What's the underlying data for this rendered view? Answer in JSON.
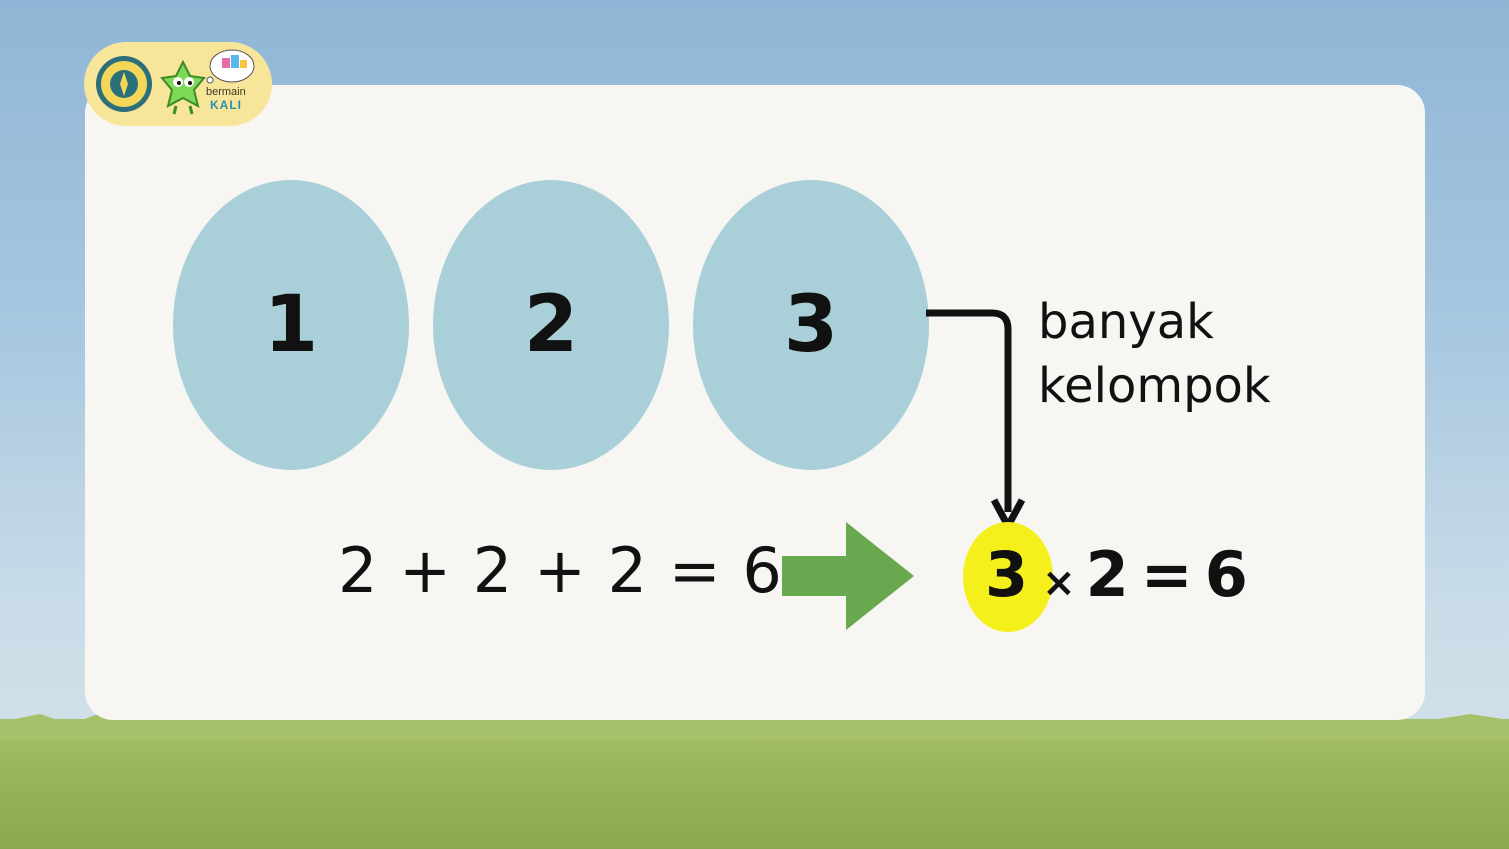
{
  "logo": {
    "line1": "bermain",
    "line2": "KALI"
  },
  "groups": [
    "1",
    "2",
    "3"
  ],
  "annotation": {
    "line1": "banyak",
    "line2": "kelompok"
  },
  "addition": {
    "expression": "2 + 2 + 2 = 6"
  },
  "multiplication": {
    "factor_a": "3",
    "times": "×",
    "factor_b": "2",
    "equals": "=",
    "result": "6"
  },
  "colors": {
    "group_fill": "#a9d0d9",
    "arrow": "#6aa84f",
    "highlight": "#f5ef1c"
  },
  "icons": [
    "ministry-seal-icon",
    "mascot-icon",
    "thought-cloud-icon",
    "right-arrow-icon"
  ]
}
